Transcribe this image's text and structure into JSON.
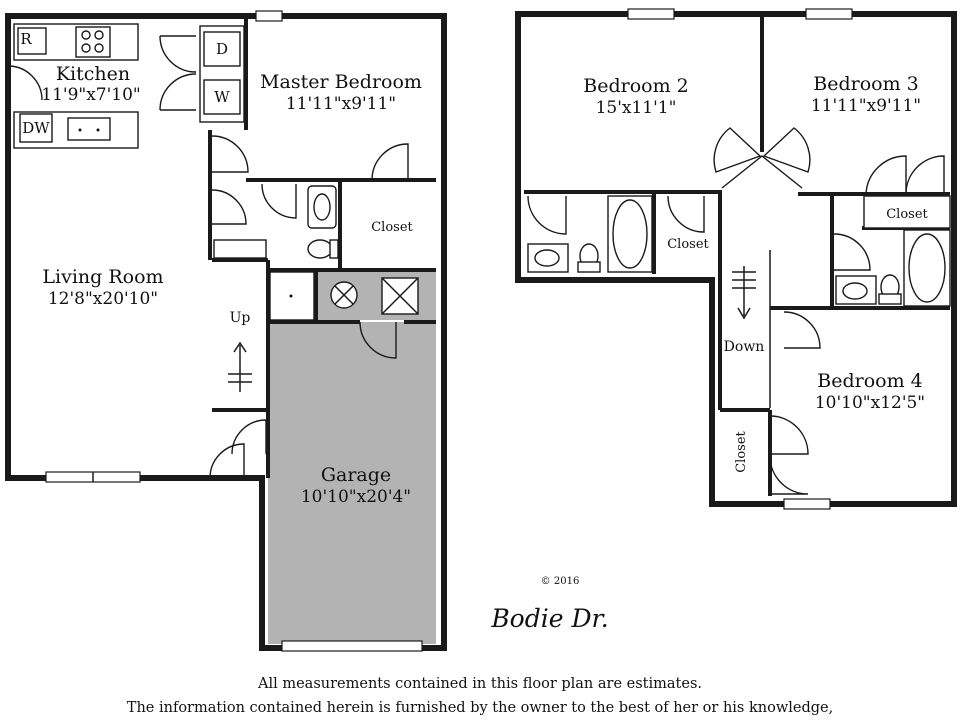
{
  "plan": {
    "first_floor": {
      "kitchen": {
        "name": "Kitchen",
        "dims": "11'9\"x7'10\""
      },
      "master_bedroom": {
        "name": "Master Bedroom",
        "dims": "11'11\"x9'11\""
      },
      "living_room": {
        "name": "Living Room",
        "dims": "12'8\"x20'10\""
      },
      "garage": {
        "name": "Garage",
        "dims": "10'10\"x20'4\""
      },
      "closet": "Closet",
      "stairs_label": "Up",
      "appliances": {
        "refrigerator": "R",
        "dishwasher": "DW",
        "dryer": "D",
        "washer": "W"
      }
    },
    "second_floor": {
      "bedroom_2": {
        "name": "Bedroom 2",
        "dims": "15'x11'1\""
      },
      "bedroom_3": {
        "name": "Bedroom 3",
        "dims": "11'11\"x9'11\""
      },
      "bedroom_4": {
        "name": "Bedroom 4",
        "dims": "10'10\"x12'5\""
      },
      "closet_1": "Closet",
      "closet_2": "Closet",
      "closet_3": "Closet",
      "stairs_label": "Down"
    }
  },
  "copyright": "© 2016",
  "title": "Bodie Dr.",
  "disclaimer": {
    "line1": "All measurements contained in this floor plan are estimates.",
    "line2": "The information contained herein is furnished by the owner to the best of her or his knowledge,"
  },
  "colors": {
    "garage_fill": "#b3b3b3",
    "wall": "#1a1a1a"
  }
}
